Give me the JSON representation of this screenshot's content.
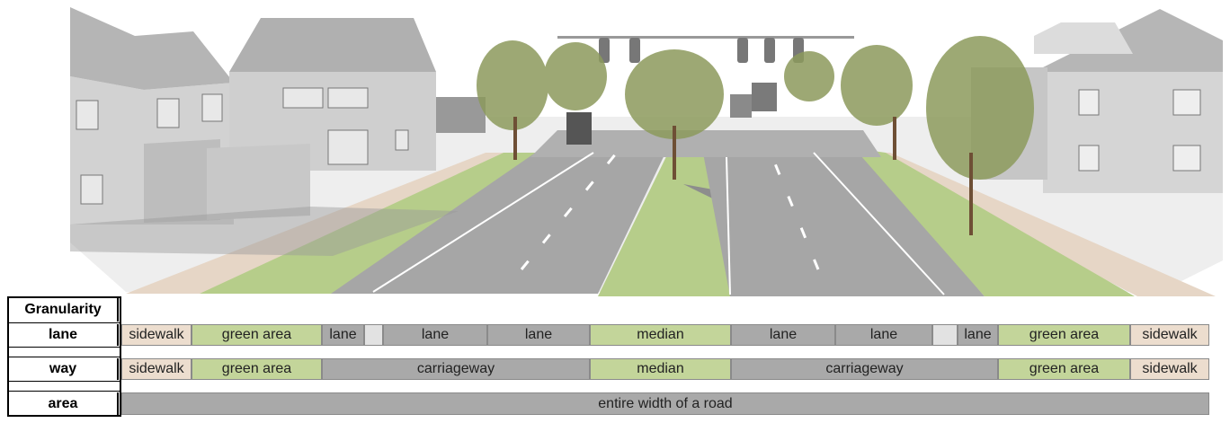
{
  "header": {
    "label": "Granularity"
  },
  "rows": [
    {
      "name": "lane",
      "segments": [
        {
          "text": "sidewalk",
          "kind": "sidewalk"
        },
        {
          "text": "green area",
          "kind": "green"
        },
        {
          "text": "lane",
          "kind": "dark"
        },
        {
          "text": "",
          "kind": "light"
        },
        {
          "text": "lane",
          "kind": "dark"
        },
        {
          "text": "lane",
          "kind": "dark"
        },
        {
          "text": "median",
          "kind": "green"
        },
        {
          "text": "lane",
          "kind": "dark"
        },
        {
          "text": "lane",
          "kind": "dark"
        },
        {
          "text": "",
          "kind": "light"
        },
        {
          "text": "lane",
          "kind": "dark"
        },
        {
          "text": "green area",
          "kind": "green"
        },
        {
          "text": "sidewalk",
          "kind": "sidewalk"
        }
      ]
    },
    {
      "name": "way",
      "segments": [
        {
          "text": "sidewalk",
          "kind": "sidewalk"
        },
        {
          "text": "green area",
          "kind": "green"
        },
        {
          "text": "carriageway",
          "kind": "dark"
        },
        {
          "text": "median",
          "kind": "green"
        },
        {
          "text": "carriageway",
          "kind": "dark"
        },
        {
          "text": "green area",
          "kind": "green"
        },
        {
          "text": "sidewalk",
          "kind": "sidewalk"
        }
      ]
    },
    {
      "name": "area",
      "segments": [
        {
          "text": "entire width of a road",
          "kind": "dark"
        }
      ]
    }
  ],
  "colors": {
    "sidewalk": "#ecddce",
    "green": "#c3d59a",
    "dark": "#a9a9a9",
    "light": "#e2e2e2"
  }
}
